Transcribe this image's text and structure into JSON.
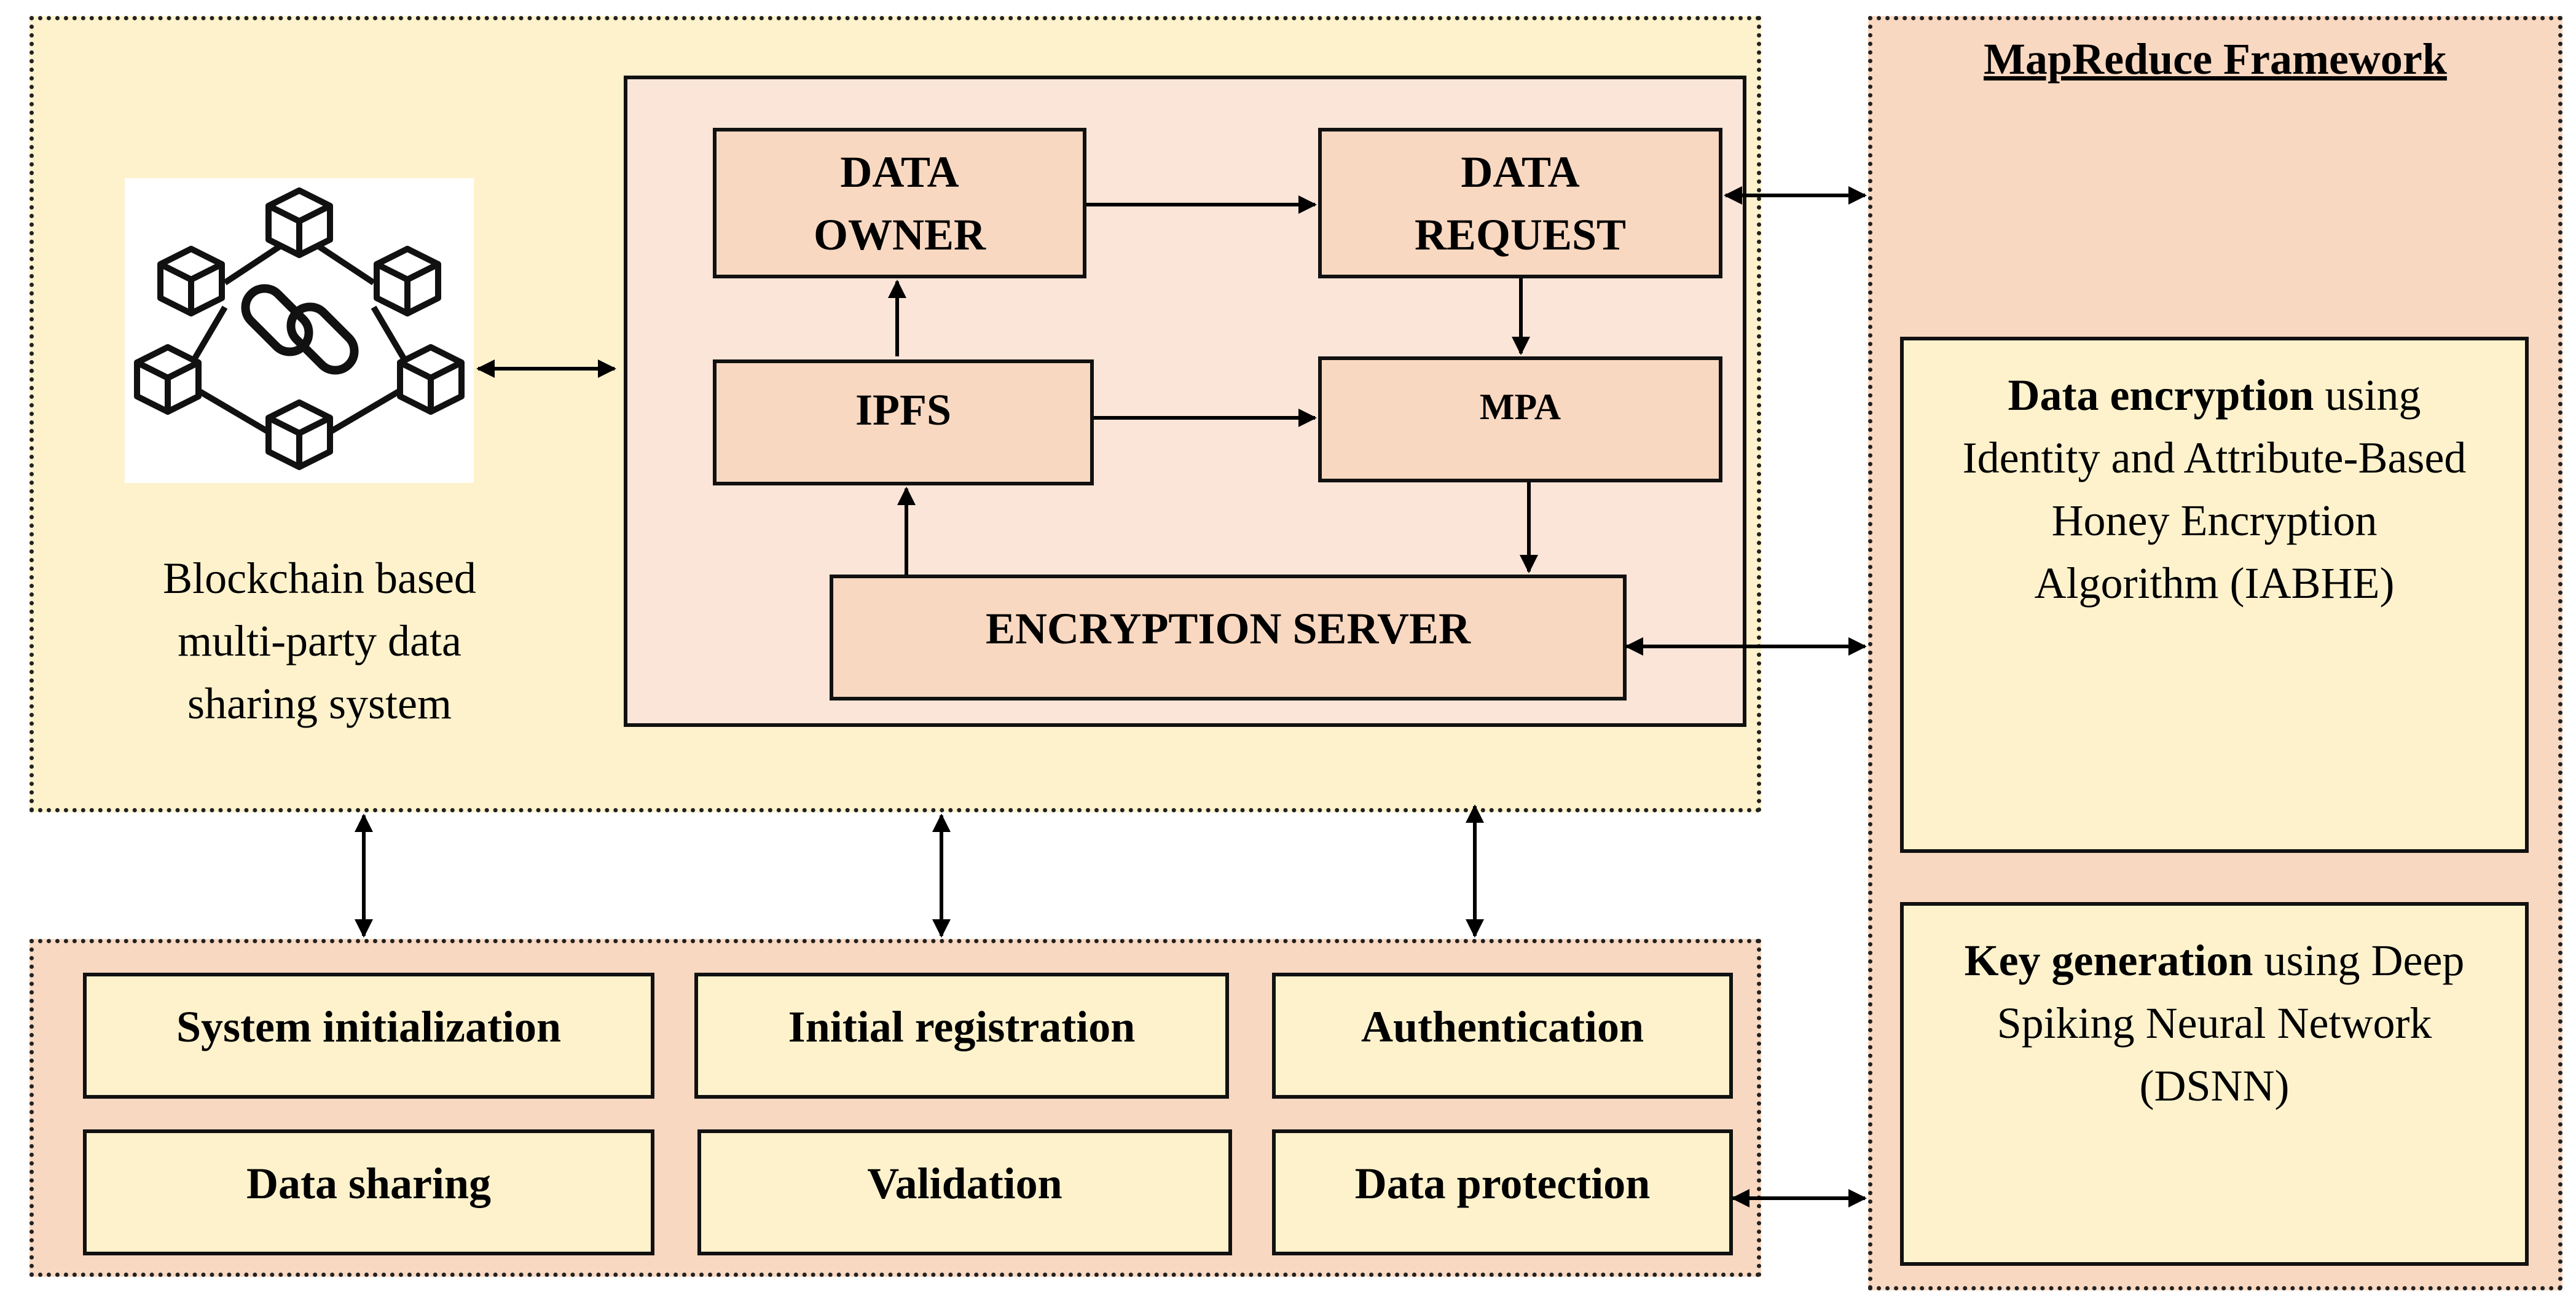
{
  "blockchain": {
    "caption_line1": "Blockchain based",
    "caption_line2": "multi-party data",
    "caption_line3": "sharing system",
    "icon": "blockchain-network-icon"
  },
  "inner": {
    "data_owner_line1": "DATA",
    "data_owner_line2": "OWNER",
    "data_request_line1": "DATA",
    "data_request_line2": "REQUEST",
    "ipfs": "IPFS",
    "mpa": "MPA",
    "encryption_server": "ENCRYPTION SERVER"
  },
  "mapreduce": {
    "title": "MapReduce Framework",
    "encryption": {
      "bold": "Data encryption",
      "rest_line1": " using",
      "line2": "Identity and Attribute-Based",
      "line3": "Honey Encryption",
      "line4": "Algorithm (IABHE)"
    },
    "keygen": {
      "bold": "Key generation",
      "rest_line1": " using Deep",
      "line2": "Spiking Neural Network",
      "line3": "(DSNN)"
    }
  },
  "functions": {
    "items": [
      "System initialization",
      "Initial registration",
      "Authentication",
      "Data sharing",
      "Validation",
      "Data protection"
    ]
  },
  "colors": {
    "light_yellow": "#fdf2cc",
    "peach": "#f9d8c1",
    "light_peach": "#fbe5d8"
  }
}
